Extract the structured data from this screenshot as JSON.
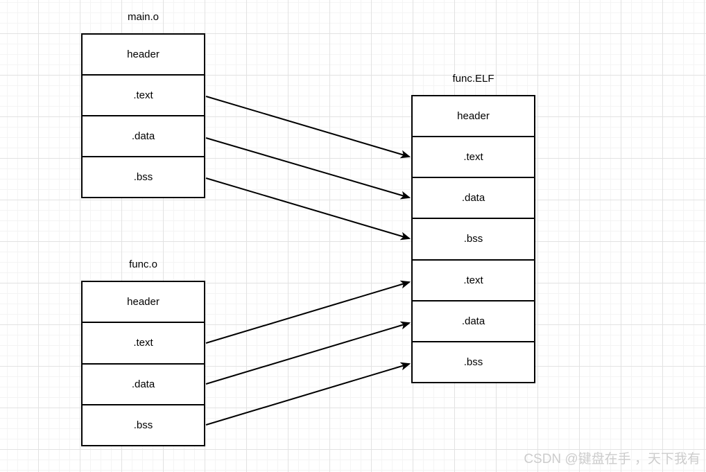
{
  "diagram": {
    "modules": [
      {
        "title": "main.o",
        "sections": [
          "header",
          ".text",
          ".data",
          ".bss"
        ]
      },
      {
        "title": "func.o",
        "sections": [
          "header",
          ".text",
          ".data",
          ".bss"
        ]
      },
      {
        "title": "func.ELF",
        "sections": [
          "header",
          ".text",
          ".data",
          ".bss",
          ".text",
          ".data",
          ".bss"
        ]
      }
    ],
    "arrows": [
      {
        "from": "main.o .text",
        "to": "func.ELF .text (upper)"
      },
      {
        "from": "main.o .data",
        "to": "func.ELF .data (upper)"
      },
      {
        "from": "main.o .bss",
        "to": "func.ELF .bss (upper)"
      },
      {
        "from": "func.o .text",
        "to": "func.ELF .text (lower)"
      },
      {
        "from": "func.o .data",
        "to": "func.ELF .data (lower)"
      },
      {
        "from": "func.o .bss",
        "to": "func.ELF .bss (lower)"
      }
    ],
    "colors": {
      "stroke": "#000000",
      "background": "#ffffff",
      "grid_major": "#e2e2e2",
      "grid_minor": "#f4f4f4",
      "watermark": "#cccccc"
    }
  },
  "watermark": {
    "text": "CSDN @键盘在手 ，天下我有"
  }
}
